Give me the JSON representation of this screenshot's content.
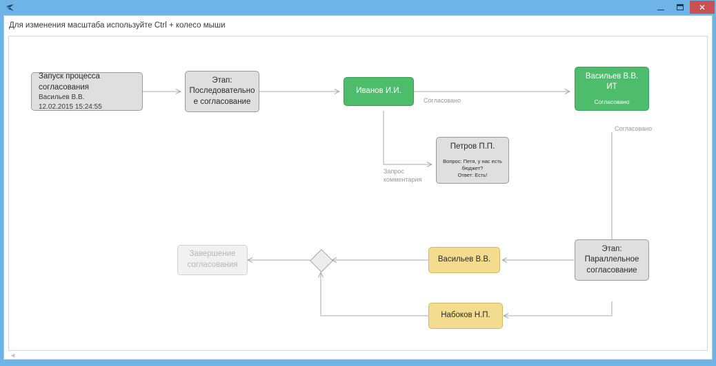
{
  "window": {
    "icon": "app-arrow-icon",
    "title": "",
    "minimize_label": "—",
    "maximize_label": "❐",
    "close_label": "✕",
    "accent_color": "#6FB4E6",
    "close_color": "#CB5055"
  },
  "hint": {
    "text": "Для изменения масштаба используйте Ctrl + колесо мыши"
  },
  "statusbar": {
    "scroll_left_glyph": "◀"
  },
  "palette": {
    "gray_fill": "#DFDFDF",
    "green_fill": "#4DBC6B",
    "yellow_fill": "#F4DC8E",
    "muted_fill": "#F1F1F1",
    "edge_color": "#A8A8A8",
    "edge_label_color": "#9A9A9A"
  },
  "diagram": {
    "type": "flowchart",
    "nodes": [
      {
        "id": "start",
        "style": "gray",
        "title": "Запуск процесса согласования",
        "line2": "Васильев В.В.",
        "line3": "12.02.2015 15:24:55"
      },
      {
        "id": "stage-sequential",
        "style": "gray",
        "line1": "Этап:",
        "line2": "Последовательно",
        "line3": "е согласование"
      },
      {
        "id": "ivanov",
        "style": "green",
        "title": "Иванов И.И."
      },
      {
        "id": "vasilyev-it",
        "style": "green",
        "title": "Васильев В.В.",
        "line2": "ИТ",
        "status": "Согласовано"
      },
      {
        "id": "petrov",
        "style": "gray",
        "title": "Петров П.П.",
        "question": "Вопрос: Петя, у нас есть бюджет?",
        "answer": "Ответ: Есть!"
      },
      {
        "id": "stage-parallel",
        "style": "gray",
        "line1": "Этап:",
        "line2": "Параллельное",
        "line3": "согласование"
      },
      {
        "id": "vasilyev-parallel",
        "style": "yellow",
        "title": "Васильев В.В."
      },
      {
        "id": "nabokov",
        "style": "yellow",
        "title": "Набоков Н.П."
      },
      {
        "id": "merge-gateway",
        "style": "diamond",
        "title": ""
      },
      {
        "id": "finish",
        "style": "muted",
        "line1": "Завершение",
        "line2": "согласования"
      }
    ],
    "edge_labels": [
      {
        "id": "ivanov-to-vasilyev",
        "text": "Согласовано"
      },
      {
        "id": "vasilyev-to-parallel",
        "text": "Согласовано"
      },
      {
        "id": "ivanov-to-petrov",
        "text": "Запрос\nкомментария"
      }
    ]
  }
}
